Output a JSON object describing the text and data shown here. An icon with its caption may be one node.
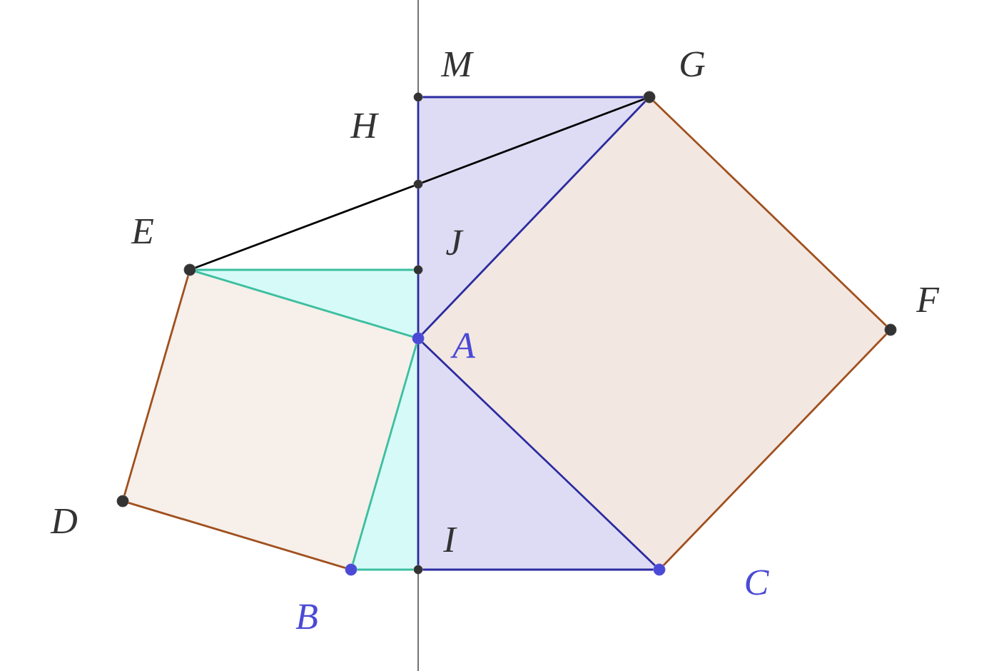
{
  "diagram": {
    "nodes": [
      {
        "text": [
          "M"
        ]
      },
      {
        "text": [
          "G"
        ]
      },
      {
        "text": [
          "H"
        ]
      },
      {
        "text": [
          "E"
        ]
      },
      {
        "text": [
          "J"
        ]
      },
      {
        "text": [
          "A"
        ]
      },
      {
        "text": [
          "F"
        ]
      },
      {
        "text": [
          "D"
        ]
      },
      {
        "text": [
          "I"
        ]
      },
      {
        "text": [
          "B"
        ]
      },
      {
        "text": [
          "C"
        ]
      }
    ],
    "edges": [
      {
        "from": 0,
        "to": 1,
        "arrow": "none",
        "color": "#2b2ba0"
      },
      {
        "from": 1,
        "to": 5,
        "arrow": "none",
        "color": "#2b2ba0"
      },
      {
        "from": 5,
        "to": 10,
        "arrow": "none",
        "color": "#2b2ba0"
      },
      {
        "from": 10,
        "to": 8,
        "arrow": "none",
        "color": "#2b2ba0"
      },
      {
        "from": 0,
        "to": 2,
        "arrow": "none",
        "color": "#2b2ba0"
      },
      {
        "from": 2,
        "to": 4,
        "arrow": "none",
        "color": "#2b2ba0"
      },
      {
        "from": 4,
        "to": 5,
        "arrow": "none",
        "color": "#2b2ba0"
      },
      {
        "from": 5,
        "to": 8,
        "arrow": "none",
        "color": "#2b2ba0"
      },
      {
        "from": 3,
        "to": 2,
        "arrow": "none",
        "color": "#000000"
      },
      {
        "from": 2,
        "to": 1,
        "arrow": "none",
        "color": "#000000"
      },
      {
        "from": 3,
        "to": 4,
        "arrow": "none",
        "color": "#3bbf9f"
      },
      {
        "from": 3,
        "to": 5,
        "arrow": "none",
        "color": "#3bbf9f"
      },
      {
        "from": 5,
        "to": 9,
        "arrow": "none",
        "color": "#3bbf9f"
      },
      {
        "from": 9,
        "to": 8,
        "arrow": "none",
        "color": "#3bbf9f"
      },
      {
        "from": 1,
        "to": 6,
        "arrow": "none",
        "color": "#a0501e"
      },
      {
        "from": 6,
        "to": 10,
        "arrow": "none",
        "color": "#a0501e"
      },
      {
        "from": 3,
        "to": 7,
        "arrow": "none",
        "color": "#a0501e"
      },
      {
        "from": 7,
        "to": 9,
        "arrow": "none",
        "color": "#a0501e"
      }
    ]
  }
}
